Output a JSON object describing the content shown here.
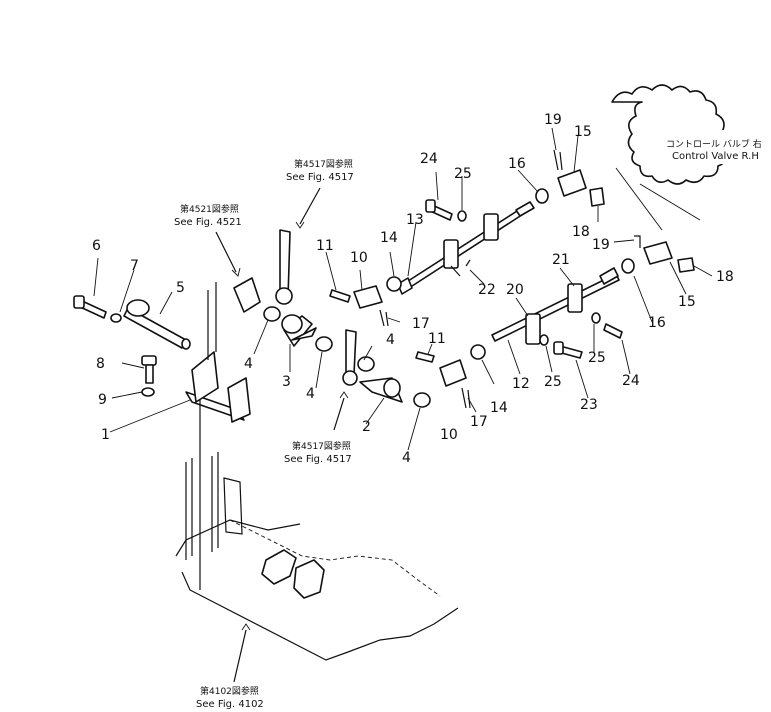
{
  "callouts": {
    "n1": "1",
    "n2": "2",
    "n3": "3",
    "n4a": "4",
    "n4b": "4",
    "n4c": "4",
    "n4d": "4",
    "n5": "5",
    "n6": "6",
    "n7": "7",
    "n8": "8",
    "n9": "9",
    "n10a": "10",
    "n10b": "10",
    "n11a": "11",
    "n11b": "11",
    "n12": "12",
    "n13": "13",
    "n14a": "14",
    "n14b": "14",
    "n15a": "15",
    "n15b": "15",
    "n16a": "16",
    "n16b": "16",
    "n17a": "17",
    "n17b": "17",
    "n18a": "18",
    "n18b": "18",
    "n19a": "19",
    "n19b": "19",
    "n20": "20",
    "n21": "21",
    "n22": "22",
    "n23": "23",
    "n24a": "24",
    "n24b": "24",
    "n25a": "25",
    "n25b": "25",
    "n25c": "25"
  },
  "references": {
    "fig4517_top": {
      "jp": "第4517図参照",
      "en": "See Fig. 4517"
    },
    "fig4521": {
      "jp": "第4521図参照",
      "en": "See Fig. 4521"
    },
    "fig4517_bottom": {
      "jp": "第4517図参照",
      "en": "See Fig. 4517"
    },
    "fig4102": {
      "jp": "第4102図参照",
      "en": "See Fig. 4102"
    },
    "control_valve": {
      "jp": "コントロール バルブ 右",
      "en": "Control Valve R.H"
    }
  }
}
